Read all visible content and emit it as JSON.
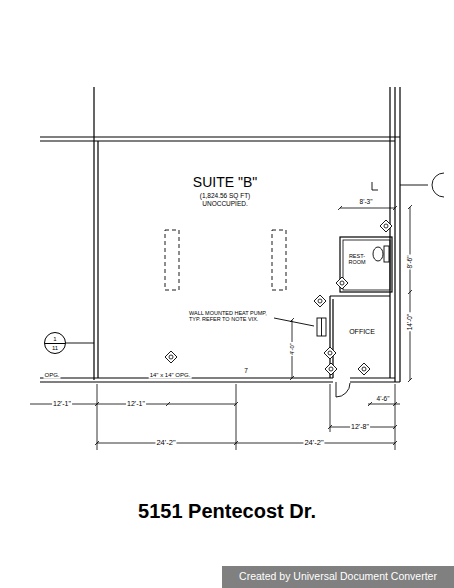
{
  "diagram": {
    "caption": "5151 Pentecost Dr.",
    "nodes": [
      {
        "text": [
          "SUITE \"B\"",
          "(1,824.56 SQ FT)",
          "UNOCCUPIED."
        ]
      },
      {
        "text": [
          "REST-ROOM"
        ],
        "in": 0
      },
      {
        "text": [
          "OFFICE"
        ],
        "in": 0
      },
      {
        "text": [
          "1",
          "11"
        ]
      }
    ],
    "edges": [],
    "labels": [
      "8'-3\"",
      "8'-6\"",
      "14'-0\"",
      "WALL MOUNTED HEAT PUMP, TYP. REFER TO NOTE VIX.",
      "4'-0\"",
      "OPG.",
      "14\" x 14\" OPG.",
      "7",
      "12'-1\"",
      "12'-1\"",
      "4'-6\"",
      "12'-8\"",
      "24'-2\"",
      "24'-2\"",
      "Created by Universal Document Converter"
    ]
  }
}
